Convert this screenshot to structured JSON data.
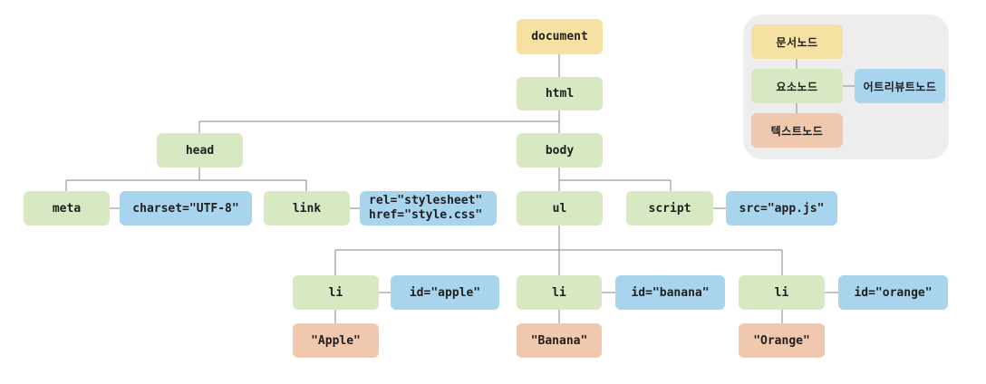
{
  "colors": {
    "document": "#f5e2a2",
    "element": "#d7e8c2",
    "attribute": "#a9d4ee",
    "text": "#f0c8ae",
    "connector": "#9a9a9a",
    "legend_bg": "#ededed"
  },
  "nodes": {
    "document": "document",
    "html": "html",
    "head": "head",
    "body": "body",
    "meta": "meta",
    "meta_charset": "charset=\"UTF-8\"",
    "link": "link",
    "link_rel": "rel=\"stylesheet\"",
    "link_href": "href=\"style.css\"",
    "ul": "ul",
    "script": "script",
    "script_src": "src=\"app.js\"",
    "li1": "li",
    "li1_id": "id=\"apple\"",
    "li1_text": "\"Apple\"",
    "li2": "li",
    "li2_id": "id=\"banana\"",
    "li2_text": "\"Banana\"",
    "li3": "li",
    "li3_id": "id=\"orange\"",
    "li3_text": "\"Orange\""
  },
  "legend": {
    "document": "문서노드",
    "element": "요소노드",
    "attribute": "어트리뷰트노드",
    "text": "텍스트노드"
  }
}
